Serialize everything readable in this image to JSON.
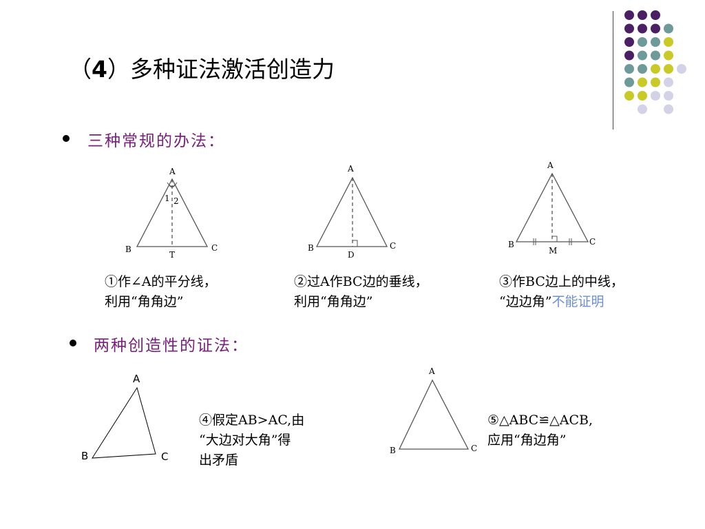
{
  "decor": {
    "dot_colors": {
      "purple": "#4b1f63",
      "teal": "#6e9a9a",
      "olive": "#c9c928",
      "lavender": "#d4d2e6"
    },
    "dots": [
      [
        "purple",
        "purple",
        "purple",
        ""
      ],
      [
        "purple",
        "purple",
        "purple",
        "teal"
      ],
      [
        "purple",
        "teal",
        "teal",
        "olive"
      ],
      [
        "purple",
        "teal",
        "teal",
        "olive"
      ],
      [
        "teal",
        "teal",
        "olive",
        "olive",
        "lavender"
      ],
      [
        "teal",
        "olive",
        "olive",
        "lavender"
      ],
      [
        "olive",
        "olive",
        "lavender",
        "lavender"
      ],
      [
        "",
        "lavender",
        "",
        "lavender"
      ]
    ]
  },
  "slide": {
    "title": {
      "prefix": "（",
      "number": "4",
      "rest": "）多种证法激活创造力"
    },
    "section1": {
      "heading": "三种常规的办法：",
      "fig1": {
        "a": "A",
        "b": "B",
        "c": "C",
        "t": "T",
        "one": "1",
        "two": "2"
      },
      "fig2": {
        "a": "A",
        "b": "B",
        "c": "C",
        "d": "D"
      },
      "fig3": {
        "a": "A",
        "b": "B",
        "c": "C",
        "m": "M"
      },
      "cap1": {
        "line1": "①作∠A的平分线，",
        "line2": "利用“角角边”"
      },
      "cap2": {
        "line1": "②过A作BC边的垂线，",
        "line2": "利用“角角边”"
      },
      "cap3": {
        "line1": "③作BC边上的中线，",
        "line2a": "“边边角”",
        "line2b": "不能证明"
      }
    },
    "section2": {
      "heading": "两种创造性的证法：",
      "fig4": {
        "a": "A",
        "b": "B",
        "c": "C"
      },
      "fig5": {
        "a": "A",
        "b": "B",
        "c": "C"
      },
      "cap4": {
        "line1": "④假定AB>AC,由",
        "line2": "“大边对大角”得",
        "line3": "出矛盾"
      },
      "cap5": {
        "line1": "⑤△ABC≌△ACB,",
        "line2": "应用“角边角”"
      }
    }
  }
}
